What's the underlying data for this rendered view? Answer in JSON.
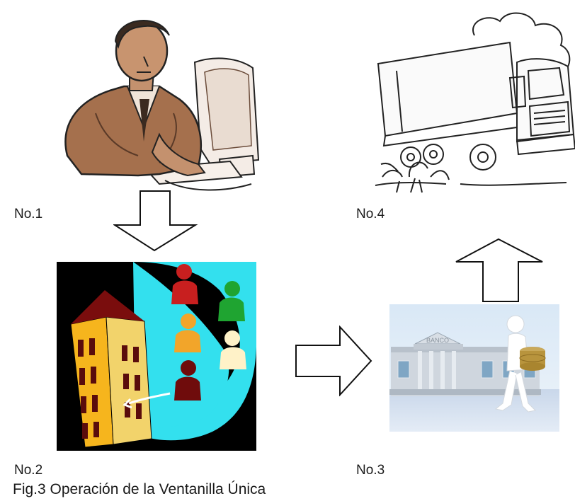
{
  "steps": [
    {
      "label": "No.1",
      "illustration": "person-at-computer"
    },
    {
      "label": "No.2",
      "illustration": "building-with-people"
    },
    {
      "label": "No.3",
      "illustration": "bank-with-person"
    },
    {
      "label": "No.4",
      "illustration": "truck"
    }
  ],
  "bank_sign": "BANCO",
  "caption": "Fig.3 Operación de la Ventanilla Única",
  "colors": {
    "cyan": "#33e0ee",
    "building_yellow": "#f6b51d",
    "building_roof": "#7a0d0d",
    "person_red": "#c81f1f",
    "person_green": "#1fa431",
    "person_orange": "#f2a52a",
    "person_cream": "#fff2c8",
    "person_darkred": "#6f0c0c",
    "skin_brown": "#a5704d"
  }
}
